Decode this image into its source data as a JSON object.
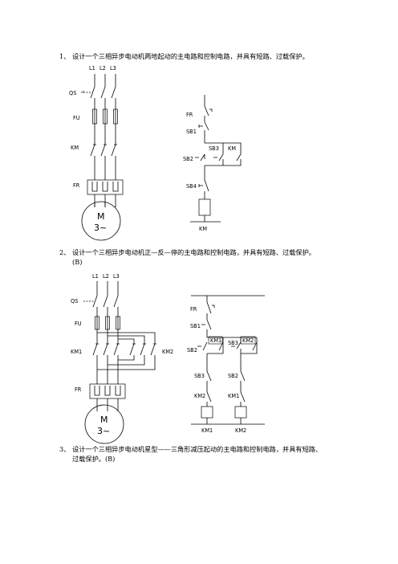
{
  "questions": [
    {
      "num": "1、",
      "text": "设计一个三相异步电动机两地起动的主电路和控制电路，并具有短路、过载保护。",
      "note": ""
    },
    {
      "num": "2、",
      "text": "设计一个三相异步电动机正—反—停的主电路和控制电路，并具有短路、过载保护。",
      "note": "(B)"
    },
    {
      "num": "3、",
      "text": "设计一个三相异步电动机星型——三角形减压起动的主电路和控制电路，并具有短路、",
      "note": "过载保护。(B)"
    }
  ],
  "diagram1": {
    "phases": [
      "L1",
      "L2",
      "L3"
    ],
    "main_labels": {
      "qs": "QS",
      "fu": "FU",
      "km": "KM",
      "fr": "FR"
    },
    "motor": {
      "m": "M",
      "phase": "3~"
    },
    "control_labels": {
      "fr": "FR",
      "sb1": "SB1",
      "sb3": "SB3",
      "km": "KM",
      "sb2": "SB2",
      "sb4": "SB4",
      "coil": "KM"
    }
  },
  "diagram2": {
    "phases": [
      "L1",
      "L2",
      "L3"
    ],
    "main_labels": {
      "qs": "QS",
      "fu": "FU",
      "km1": "KM1",
      "km2": "KM2",
      "fr": "FR"
    },
    "motor": {
      "m": "M",
      "phase": "3~"
    },
    "control_labels": {
      "fr": "FR",
      "sb1": "SB1",
      "km1_hold": "KM1",
      "sb3": "SB3",
      "km2_hold": "KM2",
      "sb2_left": "SB2",
      "sb3_left": "SB3",
      "sb2_right": "SB2",
      "km2_il": "KM2",
      "km1_il": "KM1",
      "coil1": "KM1",
      "coil2": "KM2"
    }
  }
}
